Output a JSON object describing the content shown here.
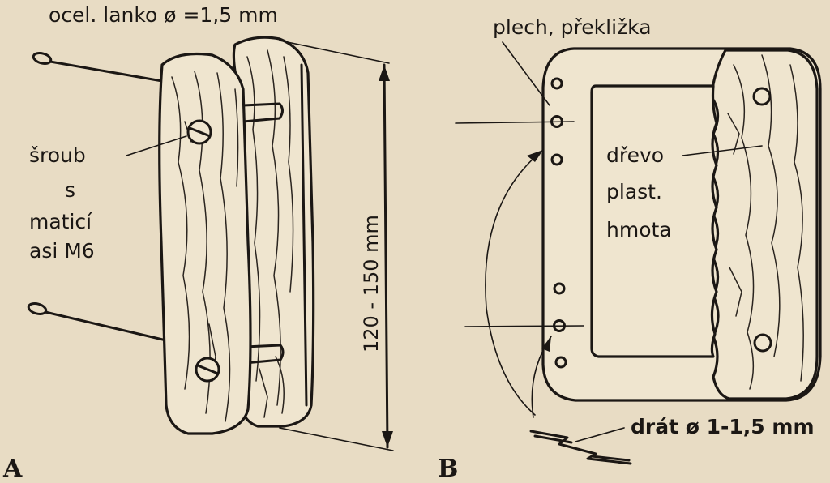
{
  "figure_a": {
    "letter": "A",
    "wire_label": "ocel. lanko ø =1,5 mm",
    "screw_label": [
      "šroub",
      "s",
      "maticí",
      "asi M6"
    ],
    "dimension_label": "120 - 150 mm"
  },
  "figure_b": {
    "letter": "B",
    "plate_label": "plech, překližka",
    "core_label": [
      "dřevo",
      "plast.",
      "hmota"
    ],
    "wire_label": "drát ø 1-1,5 mm"
  }
}
